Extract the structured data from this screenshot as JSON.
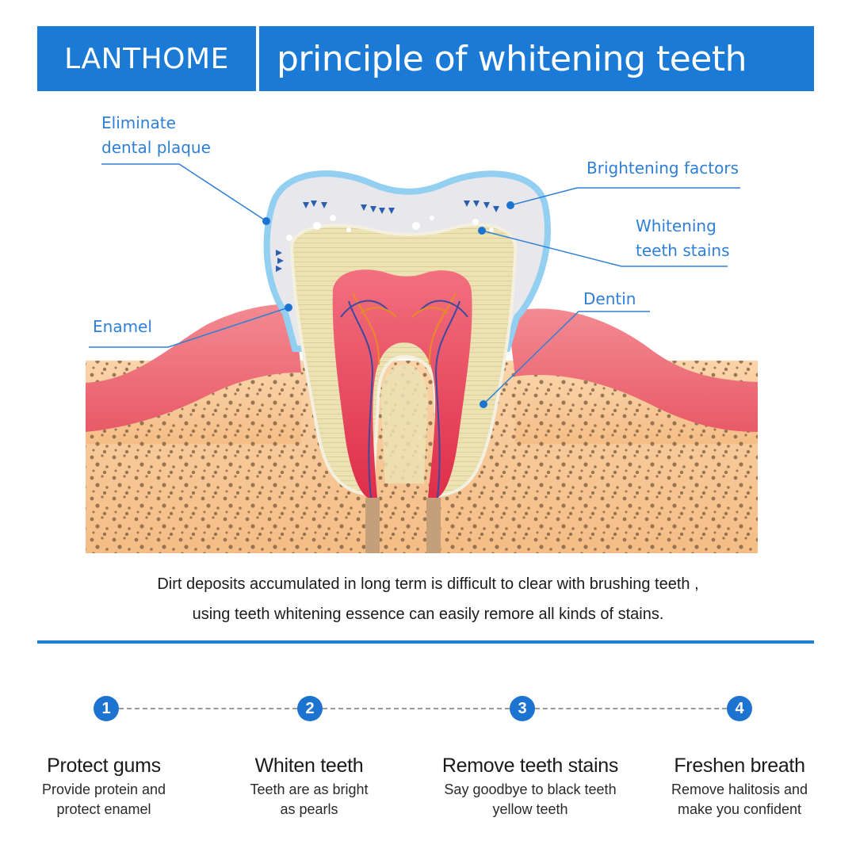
{
  "header": {
    "brand": "LANTHOME",
    "title": "principle of whitening teeth",
    "background_color": "#1a7ad6"
  },
  "diagram": {
    "labels": {
      "plaque_line1": "Eliminate",
      "plaque_line2": "dental plaque",
      "brightening": "Brightening factors",
      "stains_line1": "Whitening",
      "stains_line2": "teeth stains",
      "dentin": "Dentin",
      "enamel": "Enamel"
    },
    "label_color": "#2f7fd6",
    "colors": {
      "enamel_outline": "#8fcdf0",
      "enamel_fill": "#e6e6ea",
      "dentin": "#e8dcaa",
      "pulp": "#e8405a",
      "gum": "#ef6f7a",
      "bone": "#f6c592",
      "bone_dots": "#7a5a3c",
      "nerve_blue": "#3a4aa0",
      "nerve_orange": "#e98a2a"
    }
  },
  "caption": {
    "line1": "Dirt deposits accumulated in long term is difficult  to clear with brushing teeth ,",
    "line2": "using teeth whitening essence can easily remore all kinds of stains."
  },
  "steps": [
    {
      "number": "1",
      "title": "Protect gums",
      "desc_line1": "Provide protein and",
      "desc_line2": "protect enamel"
    },
    {
      "number": "2",
      "title": "Whiten teeth",
      "desc_line1": "Teeth are as bright",
      "desc_line2": "as pearls"
    },
    {
      "number": "3",
      "title": "Remove teeth stains",
      "desc_line1": "Say goodbye to black teeth",
      "desc_line2": "yellow teeth"
    },
    {
      "number": "4",
      "title": "Freshen breath",
      "desc_line1": "Remove halitosis and",
      "desc_line2": "make you confident"
    }
  ],
  "accent_color": "#1d74d0"
}
